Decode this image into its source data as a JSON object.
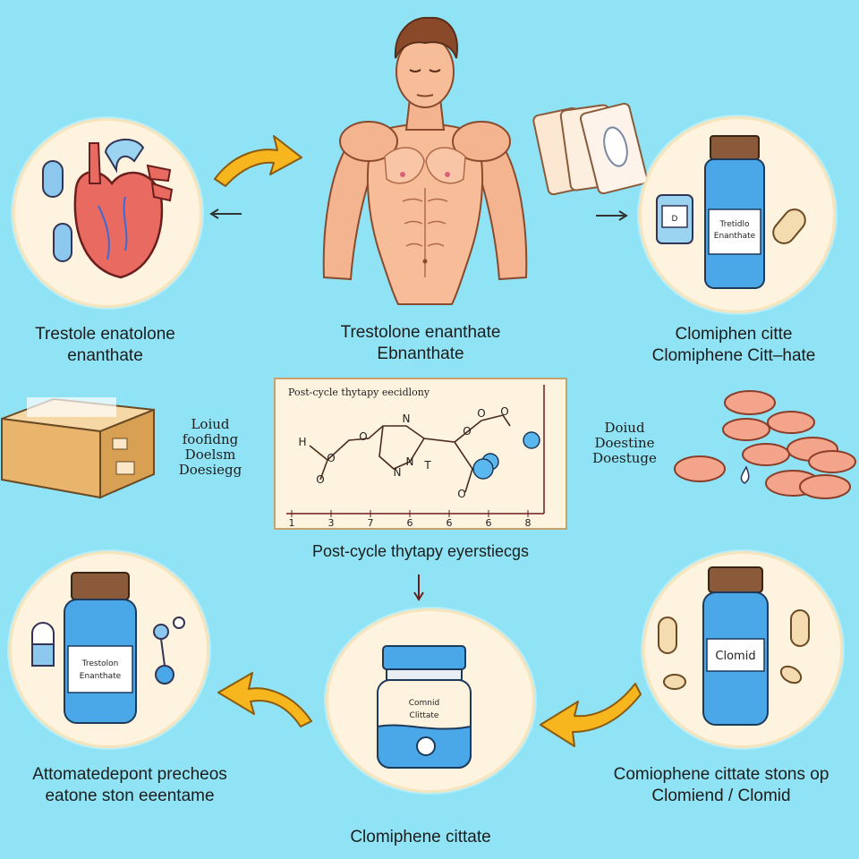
{
  "center_figure": {
    "label_line1": "Trestolone enanthate",
    "label_line2": "Ebnanthate"
  },
  "top_left": {
    "label_line1": "Trestole enatolone",
    "label_line2": "enanthate"
  },
  "top_right": {
    "label_line1": "Clomiphen citte",
    "label_line2": "Clomiphene Citt–hate",
    "bottle_label_line1": "Tretidlo",
    "bottle_label_line2": "Enanthate",
    "jar_label": "D"
  },
  "chart": {
    "title": "Post-cycle thytapy eecidlony",
    "caption": "Post-cycle thytapy eyerstiecgs",
    "atoms": [
      "H",
      "O",
      "O",
      "O",
      "N",
      "N",
      "N",
      "T",
      "O",
      "O",
      "O",
      "O"
    ],
    "axis_ticks": [
      "1",
      "3",
      "7",
      "6",
      "6",
      "6",
      "8"
    ]
  },
  "mid_left": {
    "line1": "Loiud",
    "line2": "foofidng",
    "line3": "Doelsm",
    "line4": "Doesiegg"
  },
  "mid_right": {
    "line1": "Doiud",
    "line2": "Doestine",
    "line3": "Doestuge"
  },
  "bottom_left": {
    "label_line1": "Attomatedepont precheos",
    "label_line2": "eatone ston eeentame",
    "bottle_label_line1": "Trestolon",
    "bottle_label_line2": "Enanthate"
  },
  "bottom_center": {
    "label": "Clomiphene cittate",
    "jar_label_line1": "Comnid",
    "jar_label_line2": "Clittate"
  },
  "bottom_right": {
    "label_line1": "Comiophene cittate stons op",
    "label_line2": "Clomiend / Clomid",
    "bottle_label": "Clomid"
  },
  "colors": {
    "background": "#8fe3f4",
    "circle_fill": "#fdf3de",
    "arrow_yellow": "#f7b51e",
    "bottle_blue": "#4aa8e8",
    "cap_brown": "#8a5a3b"
  }
}
